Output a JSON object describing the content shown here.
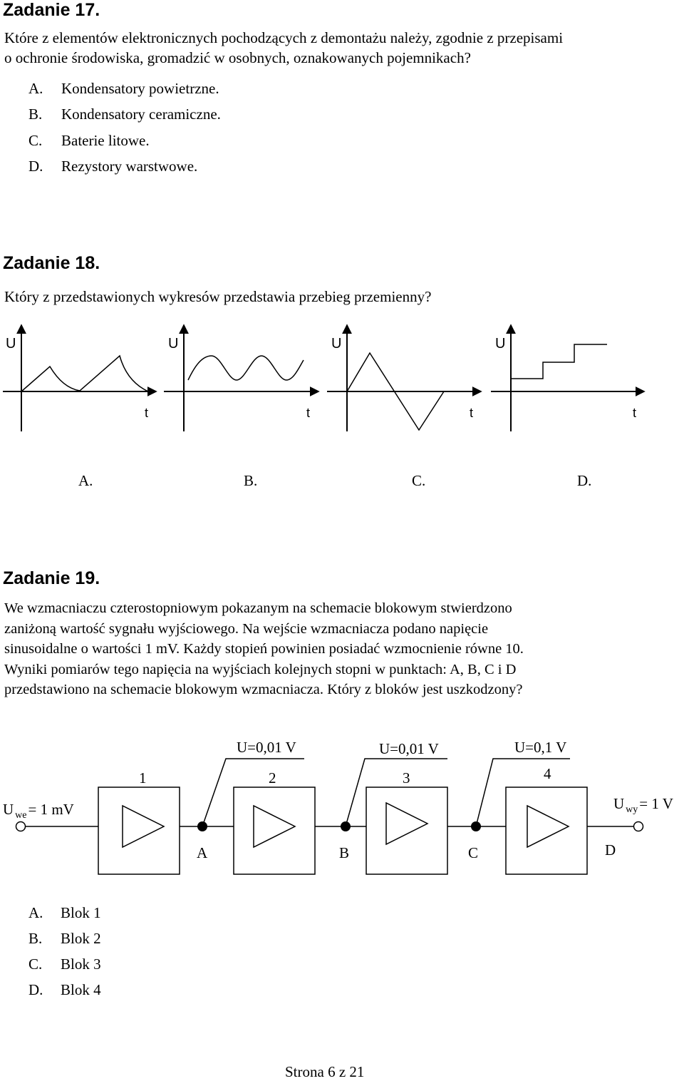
{
  "z17": {
    "heading": "Zadanie 17.",
    "question_lines": [
      "Które z elementów elektronicznych pochodzących z demontażu należy, zgodnie z przepisami",
      "o ochronie środowiska, gromadzić w osobnych, oznakowanych pojemnikach?"
    ],
    "options": [
      {
        "letter": "A.",
        "text": "Kondensatory powietrzne."
      },
      {
        "letter": "B.",
        "text": "Kondensatory ceramiczne."
      },
      {
        "letter": "C.",
        "text": "Baterie litowe."
      },
      {
        "letter": "D.",
        "text": "Rezystory warstwowe."
      }
    ]
  },
  "z18": {
    "heading": "Zadanie 18.",
    "question": "Który z przedstawionych wykresów przedstawia przebieg przemienny?",
    "graphs": [
      {
        "ylabel": "U",
        "xlabel": "t",
        "caption": "A."
      },
      {
        "ylabel": "U",
        "xlabel": "t",
        "caption": "B."
      },
      {
        "ylabel": "U",
        "xlabel": "t",
        "caption": "C."
      },
      {
        "ylabel": "U",
        "xlabel": "t",
        "caption": "D."
      }
    ]
  },
  "z19": {
    "heading": "Zadanie 19.",
    "paragraph_lines": [
      "We wzmacniaczu czterostopniowym pokazanym na schemacie blokowym stwierdzono",
      "zaniżoną wartość sygnału wyjściowego. Na wejście wzmacniacza podano napięcie",
      "sinusoidalne o wartości 1 mV. Każdy stopień powinien posiadać wzmocnienie równe 10.",
      "Wyniki pomiarów tego napięcia na wyjściach kolejnych stopni w punktach: A, B, C i D",
      "przedstawiono na schemacie blokowym wzmacniacza. Który z bloków jest uszkodzony?"
    ],
    "diagram": {
      "input_label_main": "U",
      "input_label_sub": "we",
      "input_label_value": "= 1 mV",
      "output_label_main": "U",
      "output_label_sub": "wy",
      "output_label_value": "= 1 V",
      "block_numbers": [
        "1",
        "2",
        "3",
        "4"
      ],
      "points": [
        "A",
        "B",
        "C",
        "D"
      ],
      "measurements": [
        "U=0,01 V",
        "U=0,01 V",
        "U=0,1 V"
      ]
    },
    "options": [
      {
        "letter": "A.",
        "text": "Blok 1"
      },
      {
        "letter": "B.",
        "text": "Blok 2"
      },
      {
        "letter": "C.",
        "text": "Blok 3"
      },
      {
        "letter": "D.",
        "text": "Blok 4"
      }
    ]
  },
  "footer": "Strona 6 z 21"
}
